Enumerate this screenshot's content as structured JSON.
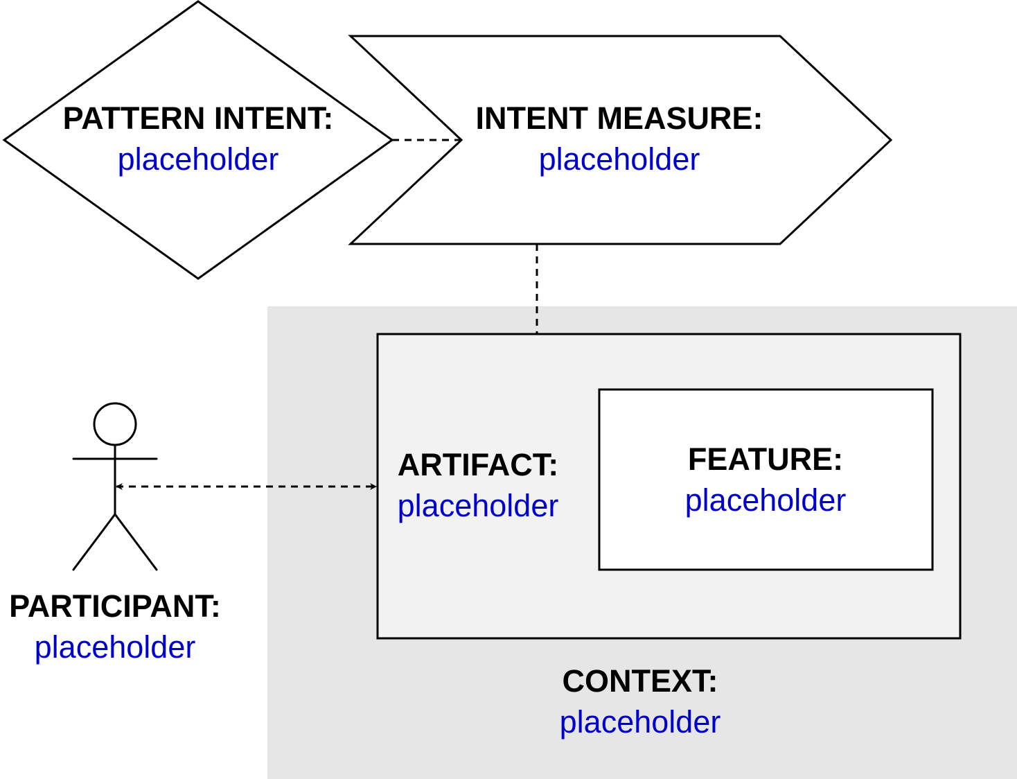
{
  "colors": {
    "value_text": "#0000cc",
    "context_fill": "#e6e6e6",
    "artifact_fill": "#f2f2f2",
    "stroke": "#000000"
  },
  "pattern_intent": {
    "title": "PATTERN INTENT:",
    "value": "placeholder"
  },
  "intent_measure": {
    "title": "INTENT MEASURE:",
    "value": "placeholder"
  },
  "participant": {
    "title": "PARTICIPANT:",
    "value": "placeholder"
  },
  "artifact": {
    "title": "ARTIFACT:",
    "value": "placeholder"
  },
  "feature": {
    "title": "FEATURE:",
    "value": "placeholder"
  },
  "context": {
    "title": "CONTEXT:",
    "value": "placeholder"
  }
}
